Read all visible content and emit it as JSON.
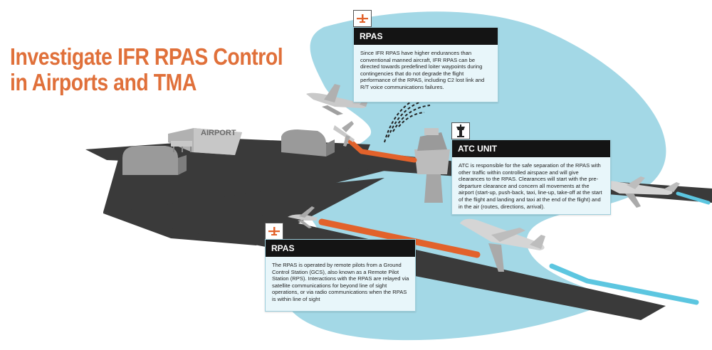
{
  "title": {
    "line1": "Investigate IFR RPAS Control",
    "line2": "in Airports and TMA"
  },
  "airport_sign": "AIRPORT",
  "callouts": {
    "rpas_air": {
      "heading": "RPAS",
      "text": "Since IFR RPAS have higher endurances than conventional manned aircraft, IFR RPAS can be directed towards predefined loiter waypoints during contingencies that do not degrade the flight performance of the RPAS, including C2 lost link and R/T voice communications failures."
    },
    "atc_unit": {
      "heading": "ATC UNIT",
      "text": "ATC is responsible for the safe separation of the RPAS with other traffic within controlled airspace and will give clearances to the RPAS. Clearances will start with the pre-departure clearance and concern all movements at the airport (start-up, push-back, taxi, line-up, take-off at the start of the flight and landing and taxi at the end of the flight) and in the air (routes, directions, arrival)."
    },
    "rpas_ground": {
      "heading": "RPAS",
      "text": "The RPAS is operated by remote pilots from a Ground Control Station (GCS), also known as a Remote Pilot Station (RPS). Interactions with the RPAS are relayed via satellite communications for beyond line of sight operations, or via radio communications when the RPAS is within line of sight"
    }
  },
  "colors": {
    "airspace": "#a3d8e6",
    "accent_orange": "#e2622b",
    "path_blue": "#5cc6e0",
    "tarmac": "#3a3a3a",
    "header_bg": "#141414",
    "box_bg": "#e8f6fa"
  },
  "icons": [
    "drone-icon",
    "control-tower-icon",
    "drone-icon"
  ]
}
